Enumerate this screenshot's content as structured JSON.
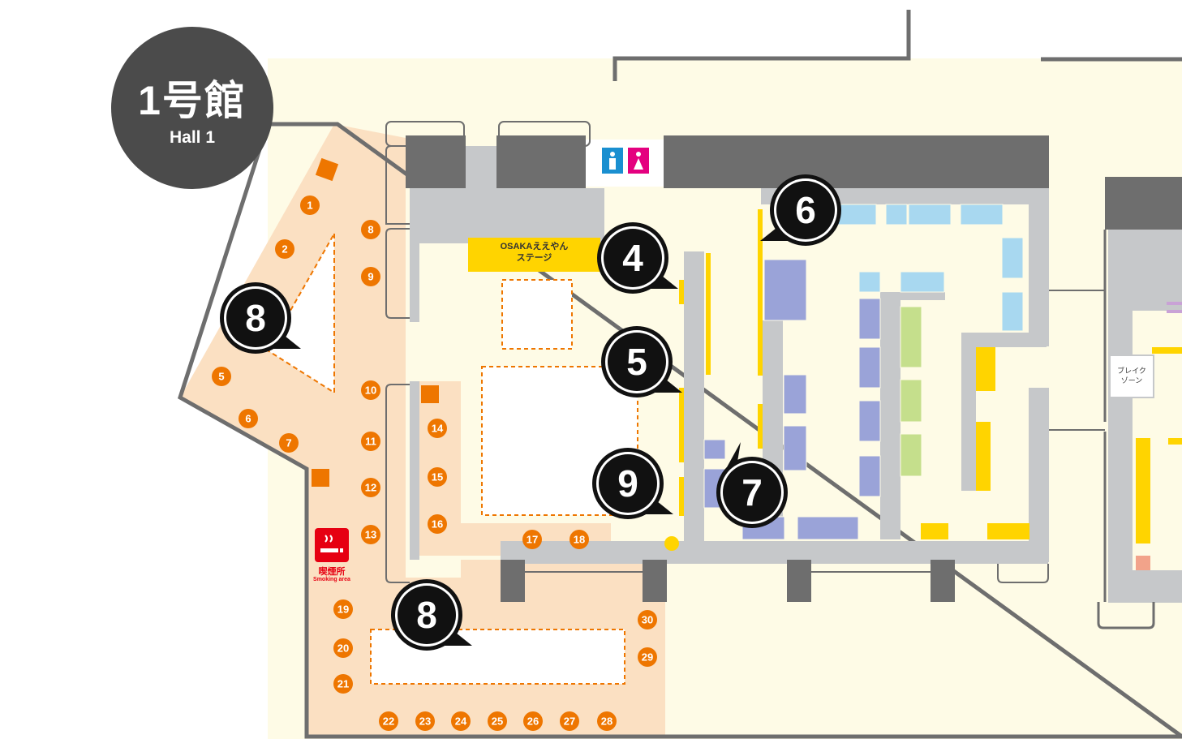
{
  "hall": {
    "title": "1号館",
    "subtitle": "Hall 1"
  },
  "stage": {
    "line1": "OSAKAええやん",
    "line2": "ステージ"
  },
  "smoking": {
    "label": "喫煙所",
    "sublabel": "Smoking area",
    "icon": "smoking-icon"
  },
  "break_zone": {
    "line1": "ブレイク",
    "line2": "ゾーン"
  },
  "restroom": {
    "icons": [
      "male-restroom-icon",
      "female-restroom-icon"
    ],
    "colors": {
      "male": "#1a8fd0",
      "female": "#e4007f"
    }
  },
  "area_markers": [
    {
      "id": "marker-8-left",
      "label": "8"
    },
    {
      "id": "marker-4",
      "label": "4"
    },
    {
      "id": "marker-5",
      "label": "5"
    },
    {
      "id": "marker-9",
      "label": "9"
    },
    {
      "id": "marker-6",
      "label": "6"
    },
    {
      "id": "marker-7",
      "label": "7"
    },
    {
      "id": "marker-8-bottom",
      "label": "8"
    }
  ],
  "spots": [
    "1",
    "2",
    "5",
    "6",
    "7",
    "8",
    "9",
    "10",
    "11",
    "12",
    "13",
    "14",
    "15",
    "16",
    "17",
    "18",
    "19",
    "20",
    "21",
    "22",
    "23",
    "24",
    "25",
    "26",
    "27",
    "28",
    "29",
    "30"
  ],
  "colors": {
    "spot": "#ee7600",
    "accent": "#ffd400",
    "booth_blue": "#9aa3d8",
    "booth_lightblue": "#a8d8f0",
    "booth_green": "#c5df8c",
    "wall": "#6e6e6e",
    "corridor": "#c6c8ca",
    "outdoor": "#fbe0c2",
    "floor": "#fefbe6"
  }
}
